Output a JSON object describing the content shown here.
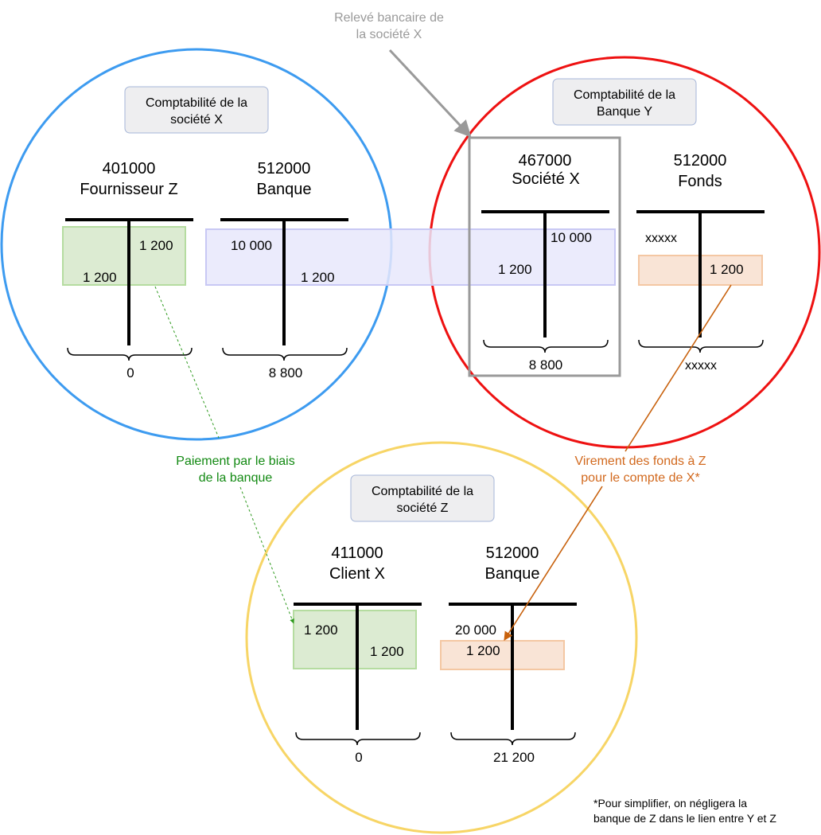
{
  "colors": {
    "circle_x": "#3d9bf0",
    "circle_y": "#ee1111",
    "circle_z": "#f7d566",
    "green_fill": "#dcebd2",
    "green_stroke": "#b5dca0",
    "purple_fill": "#e8e8fb",
    "purple_stroke": "#c8c8f4",
    "orange_fill": "#f9e4d6",
    "orange_stroke": "#f4c7a3",
    "gray_box": "#9a9a9a",
    "green_text": "#138a13",
    "orange_text": "#d2691e",
    "gray_text": "#9a9a9a",
    "label_box_fill": "#eeeef0",
    "label_box_stroke": "#a6b6d8"
  },
  "statement_label": {
    "line1": "Relevé bancaire de",
    "line2": "la société X"
  },
  "company_x": {
    "title": {
      "line1": "Comptabilité de la",
      "line2": "société X"
    },
    "supplier": {
      "number": "401000",
      "name": "Fournisseur Z",
      "credit": "1 200",
      "debit": "1 200",
      "total": "0"
    },
    "bank": {
      "number": "512000",
      "name": "Banque",
      "debit": "10 000",
      "credit": "1 200",
      "total": "8 800"
    }
  },
  "bank_y": {
    "title": {
      "line1": "Comptabilité de la",
      "line2": "Banque Y"
    },
    "client": {
      "number": "467000",
      "name": "Société X",
      "credit": "10 000",
      "debit": "1 200",
      "total": "8 800"
    },
    "funds": {
      "number": "512000",
      "name": "Fonds",
      "debit": "xxxxx",
      "credit": "1 200",
      "total": "xxxxx"
    }
  },
  "company_z": {
    "title": {
      "line1": "Comptabilité de la",
      "line2": "société Z"
    },
    "client": {
      "number": "411000",
      "name": "Client X",
      "debit": "1 200",
      "credit": "1 200",
      "total": "0"
    },
    "bank": {
      "number": "512000",
      "name": "Banque",
      "debit1": "20 000",
      "debit2": "1 200",
      "total": "21 200"
    }
  },
  "payment_label": {
    "line1": "Paiement par le biais",
    "line2": "de la banque"
  },
  "transfer_label": {
    "line1": "Virement des fonds à Z",
    "line2": "pour le compte de X*"
  },
  "footnote": {
    "line1": "*Pour simplifier, on négligera la",
    "line2": "banque de Z dans le lien entre Y et Z"
  }
}
